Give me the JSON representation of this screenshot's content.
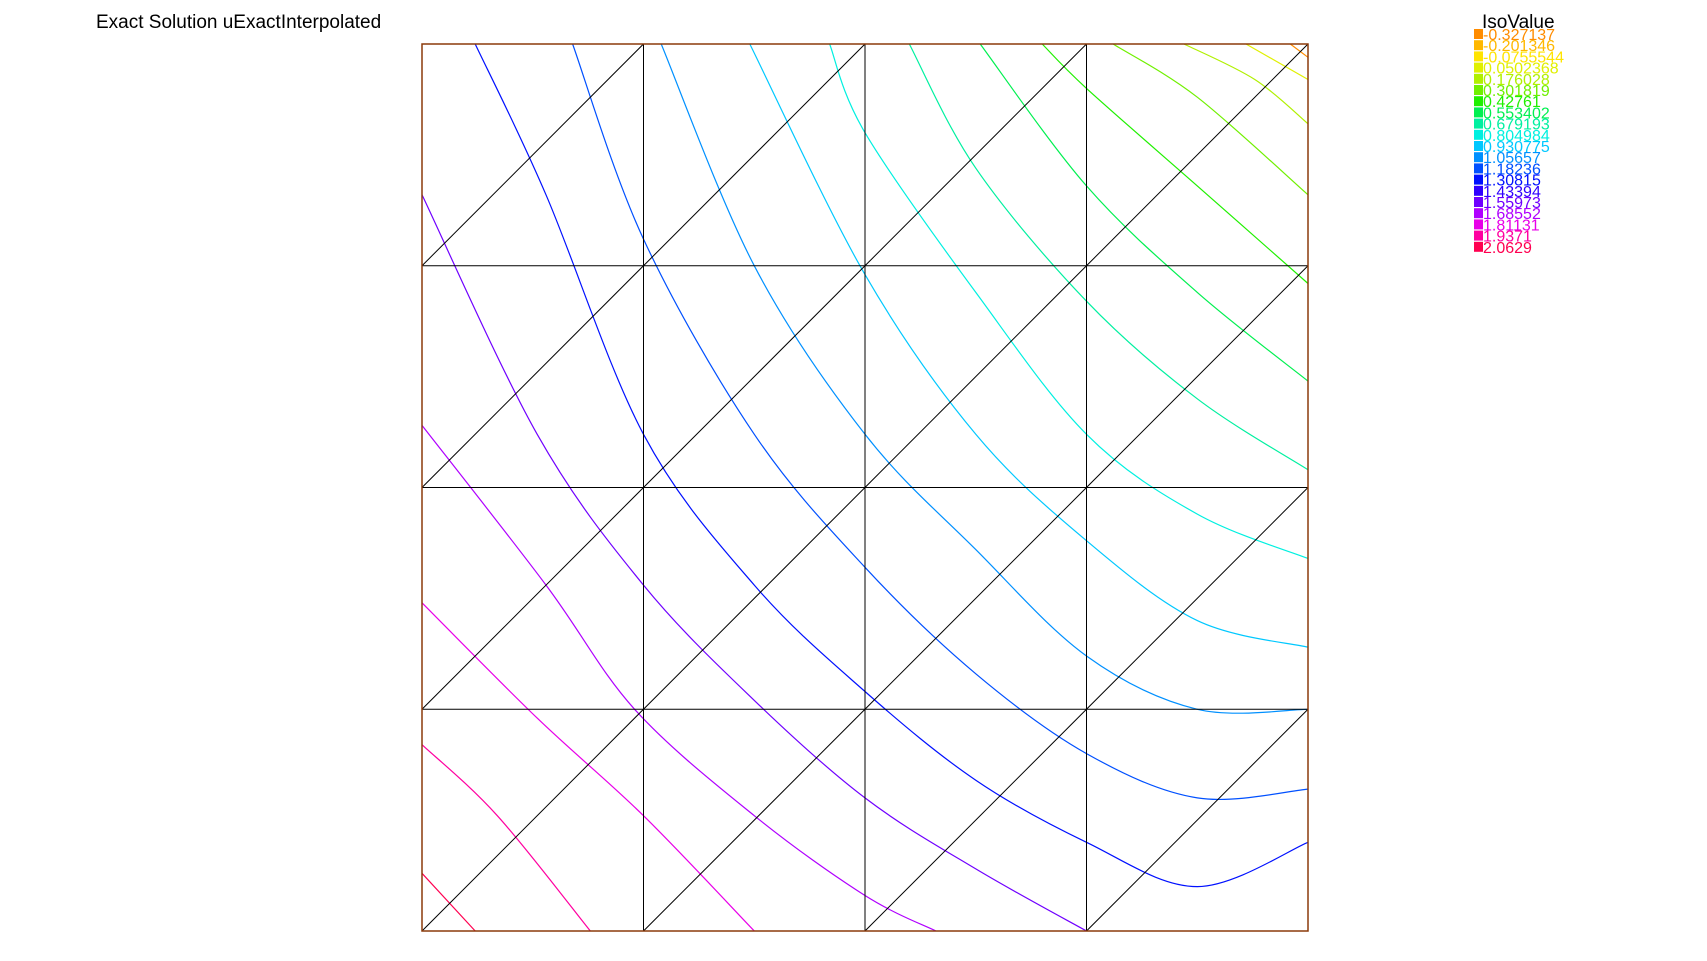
{
  "title": "Exact Solution uExactInterpolated",
  "legend": {
    "title": "IsoValue",
    "entries": [
      {
        "label": "-0.327137",
        "color": "#ff8c00"
      },
      {
        "label": "-0.201346",
        "color": "#ffb800"
      },
      {
        "label": "-0.0755544",
        "color": "#ffe400"
      },
      {
        "label": "0.0502368",
        "color": "#e0f000"
      },
      {
        "label": "0.176028",
        "color": "#b0f000"
      },
      {
        "label": "0.301819",
        "color": "#70f000"
      },
      {
        "label": "0.42761",
        "color": "#20f000"
      },
      {
        "label": "0.553402",
        "color": "#00f050"
      },
      {
        "label": "0.679193",
        "color": "#00f0a0"
      },
      {
        "label": "0.804984",
        "color": "#00f0e0"
      },
      {
        "label": "0.930775",
        "color": "#00c8ff"
      },
      {
        "label": "1.05657",
        "color": "#0090ff"
      },
      {
        "label": "1.18236",
        "color": "#0050ff"
      },
      {
        "label": "1.30815",
        "color": "#0010ff"
      },
      {
        "label": "1.43394",
        "color": "#3000ff"
      },
      {
        "label": "1.55973",
        "color": "#7000ff"
      },
      {
        "label": "1.68552",
        "color": "#b000ff"
      },
      {
        "label": "1.81131",
        "color": "#e800e8"
      },
      {
        "label": "1.9371",
        "color": "#ff00a0"
      },
      {
        "label": "2.0629",
        "color": "#ff0050"
      }
    ]
  },
  "chart_data": {
    "type": "contour",
    "title": "Exact Solution uExactInterpolated",
    "field": "uExactInterpolated",
    "domain": {
      "x": [
        0,
        1
      ],
      "y": [
        0,
        1
      ]
    },
    "mesh": {
      "subdivisions": 4,
      "triangulation": "diagonal-lower-left-to-upper-right"
    },
    "isovalues": [
      -0.327137,
      -0.201346,
      -0.0755544,
      0.0502368,
      0.176028,
      0.301819,
      0.42761,
      0.553402,
      0.679193,
      0.804984,
      0.930775,
      1.05657,
      1.18236,
      1.30815,
      1.43394,
      1.55973,
      1.68552,
      1.81131,
      1.9371,
      2.0629
    ],
    "grid_color": "#000000",
    "frame_color": "#8b3a0a",
    "contour_lines": [
      {
        "color": "#ff0050",
        "points": [
          [
            0.0,
            0.065
          ],
          [
            0.06,
            0.0
          ]
        ]
      },
      {
        "color": "#ff00a0",
        "points": [
          [
            0.0,
            0.21
          ],
          [
            0.085,
            0.13
          ],
          [
            0.19,
            0.0
          ]
        ]
      },
      {
        "color": "#e800e8",
        "points": [
          [
            0.0,
            0.37
          ],
          [
            0.13,
            0.24
          ],
          [
            0.25,
            0.13
          ],
          [
            0.375,
            0.0
          ]
        ]
      },
      {
        "color": "#b000ff",
        "points": [
          [
            0.0,
            0.57
          ],
          [
            0.14,
            0.39
          ],
          [
            0.24,
            0.25
          ],
          [
            0.375,
            0.13
          ],
          [
            0.5,
            0.04
          ],
          [
            0.58,
            0.0
          ]
        ]
      },
      {
        "color": "#7000ff",
        "points": [
          [
            0.0,
            0.83
          ],
          [
            0.13,
            0.56
          ],
          [
            0.25,
            0.39
          ],
          [
            0.375,
            0.26
          ],
          [
            0.5,
            0.15
          ],
          [
            0.625,
            0.07
          ],
          [
            0.75,
            0.0
          ]
        ]
      },
      {
        "color": "#0010ff",
        "points": [
          [
            0.06,
            1.0
          ],
          [
            0.14,
            0.83
          ],
          [
            0.25,
            0.56
          ],
          [
            0.375,
            0.39
          ],
          [
            0.5,
            0.27
          ],
          [
            0.625,
            0.17
          ],
          [
            0.75,
            0.1
          ],
          [
            0.875,
            0.05
          ],
          [
            1.0,
            0.1
          ]
        ]
      },
      {
        "color": "#0050ff",
        "points": [
          [
            0.17,
            1.0
          ],
          [
            0.25,
            0.78
          ],
          [
            0.375,
            0.56
          ],
          [
            0.5,
            0.41
          ],
          [
            0.625,
            0.29
          ],
          [
            0.75,
            0.2
          ],
          [
            0.875,
            0.15
          ],
          [
            1.0,
            0.16
          ]
        ]
      },
      {
        "color": "#0090ff",
        "points": [
          [
            0.27,
            1.0
          ],
          [
            0.375,
            0.75
          ],
          [
            0.5,
            0.56
          ],
          [
            0.625,
            0.43
          ],
          [
            0.75,
            0.31
          ],
          [
            0.875,
            0.25
          ],
          [
            1.0,
            0.25
          ]
        ]
      },
      {
        "color": "#00c8ff",
        "points": [
          [
            0.37,
            1.0
          ],
          [
            0.5,
            0.74
          ],
          [
            0.625,
            0.56
          ],
          [
            0.75,
            0.44
          ],
          [
            0.875,
            0.35
          ],
          [
            1.0,
            0.32
          ]
        ]
      },
      {
        "color": "#00f0e0",
        "points": [
          [
            0.46,
            1.0
          ],
          [
            0.5,
            0.9
          ],
          [
            0.625,
            0.72
          ],
          [
            0.75,
            0.56
          ],
          [
            0.875,
            0.47
          ],
          [
            1.0,
            0.42
          ]
        ]
      },
      {
        "color": "#00f0a0",
        "points": [
          [
            0.55,
            1.0
          ],
          [
            0.625,
            0.86
          ],
          [
            0.75,
            0.71
          ],
          [
            0.875,
            0.6
          ],
          [
            1.0,
            0.52
          ]
        ]
      },
      {
        "color": "#00f050",
        "points": [
          [
            0.63,
            1.0
          ],
          [
            0.75,
            0.84
          ],
          [
            0.875,
            0.72
          ],
          [
            1.0,
            0.62
          ]
        ]
      },
      {
        "color": "#20f000",
        "points": [
          [
            0.7,
            1.0
          ],
          [
            0.75,
            0.95
          ],
          [
            0.875,
            0.84
          ],
          [
            1.0,
            0.73
          ]
        ]
      },
      {
        "color": "#70f000",
        "points": [
          [
            0.78,
            1.0
          ],
          [
            0.875,
            0.94
          ],
          [
            1.0,
            0.83
          ]
        ]
      },
      {
        "color": "#b0f000",
        "points": [
          [
            0.86,
            1.0
          ],
          [
            0.94,
            0.96
          ],
          [
            1.0,
            0.91
          ]
        ]
      },
      {
        "color": "#e0f000",
        "points": [
          [
            0.93,
            1.0
          ],
          [
            1.0,
            0.96
          ]
        ]
      },
      {
        "color": "#ff8c00",
        "points": [
          [
            0.98,
            1.0
          ],
          [
            1.0,
            0.985
          ]
        ]
      }
    ]
  }
}
